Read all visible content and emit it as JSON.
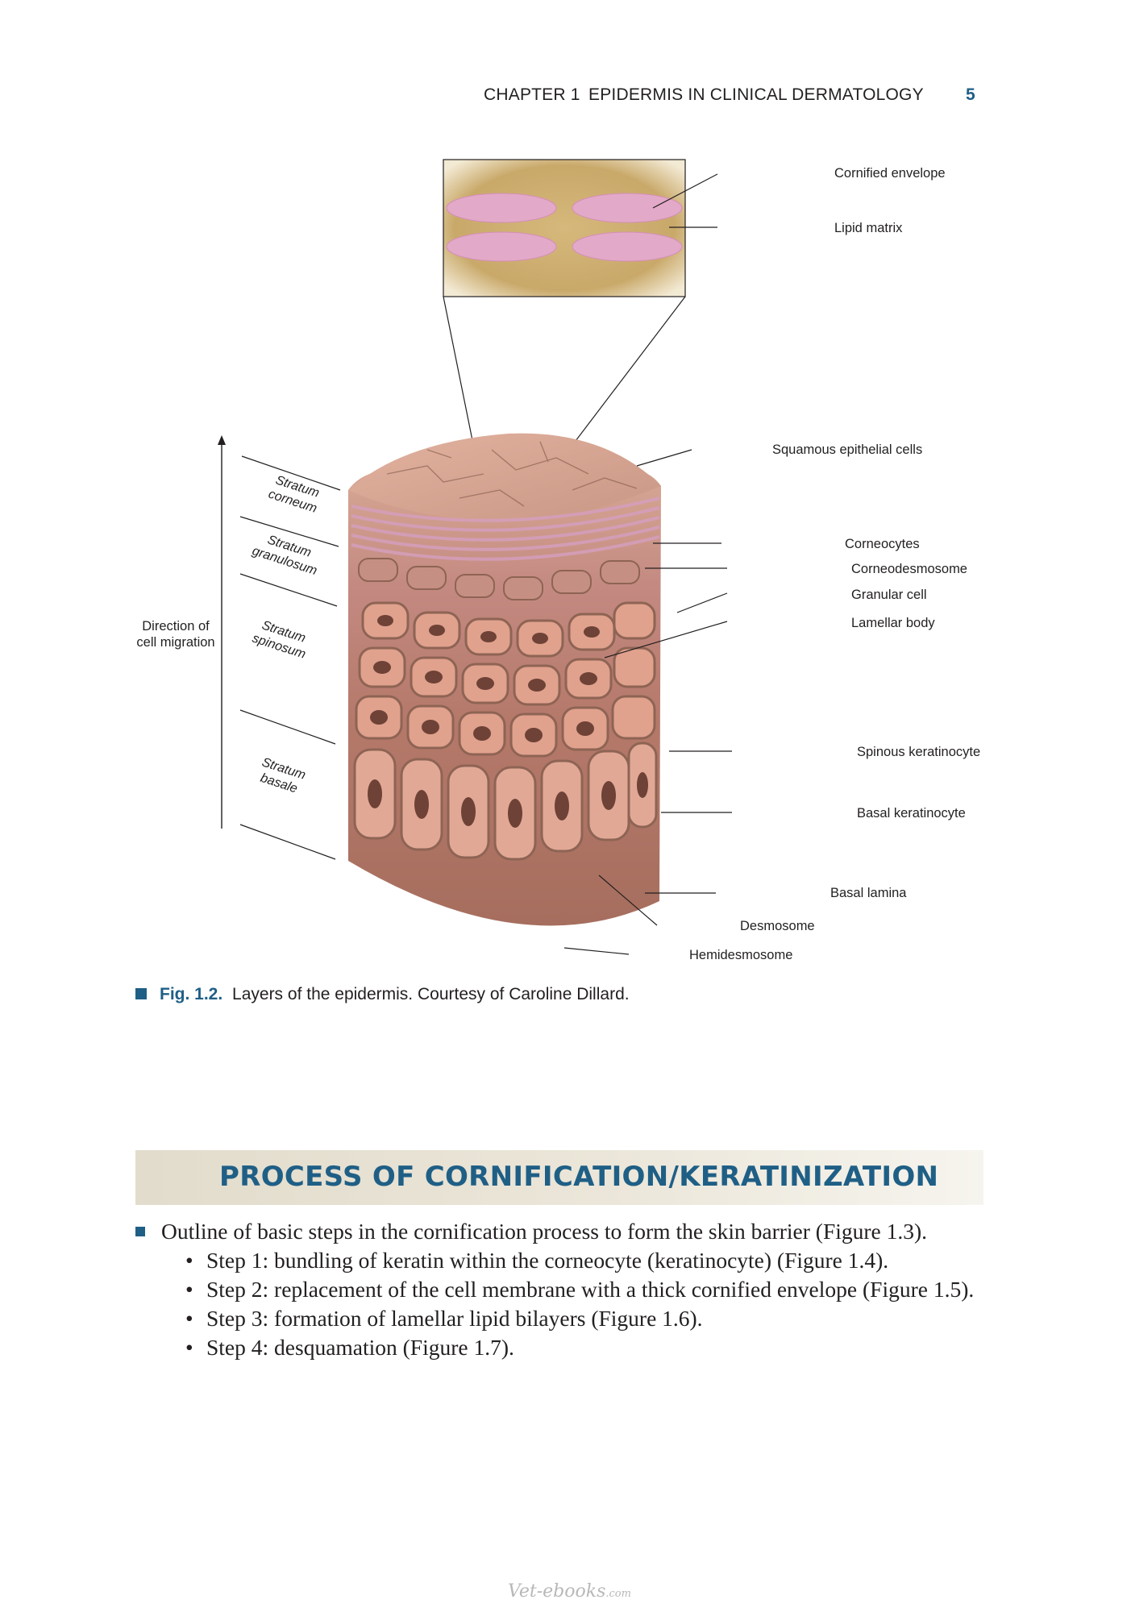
{
  "header": {
    "chapter": "CHAPTER 1",
    "title": "EPIDERMIS IN CLINICAL DERMATOLOGY",
    "page_number": "5"
  },
  "figure": {
    "labels": {
      "cornified_envelope": "Cornified envelope",
      "lipid_matrix": "Lipid matrix",
      "squamous": "Squamous epithelial cells",
      "corneocytes": "Corneocytes",
      "corneodesmosome": "Corneodesmosome",
      "granular_cell": "Granular cell",
      "lamellar_body": "Lamellar body",
      "spinous": "Spinous keratinocyte",
      "basal_keratinocyte": "Basal keratinocyte",
      "basal_lamina": "Basal lamina",
      "desmosome": "Desmosome",
      "hemidesmosome": "Hemidesmosome",
      "direction_1": "Direction of",
      "direction_2": "cell migration"
    },
    "layers": {
      "corneum_1": "Stratum",
      "corneum_2": "corneum",
      "granulosum_1": "Stratum",
      "granulosum_2": "granulosum",
      "spinosum_1": "Stratum",
      "spinosum_2": "spinosum",
      "basale_1": "Stratum",
      "basale_2": "basale"
    },
    "colors": {
      "accent": "#1f5f86",
      "skin_top": "#d9a894",
      "cell_fill": "#dfa08c",
      "cell_border": "#8e6454",
      "lipid": "#c9a96a",
      "corneocyte": "#e3a9c8"
    }
  },
  "caption": {
    "label": "Fig. 1.2.",
    "text": "Layers of the epidermis. Courtesy of Caroline Dillard."
  },
  "section": {
    "heading": "PROCESS OF CORNIFICATION/KERATINIZATION"
  },
  "body": {
    "lead": "Outline of basic steps in the cornification process to form the skin barrier (Figure 1.3).",
    "steps": [
      "Step 1: bundling of keratin within the corneocyte (keratinocyte) (Figure 1.4).",
      "Step 2: replacement of the cell membrane with a thick cornified envelope (Figure 1.5).",
      "Step 3: formation of lamellar lipid bilayers (Figure 1.6).",
      "Step 4: desquamation (Figure 1.7)."
    ]
  },
  "watermark": {
    "brand": "Vet-ebooks",
    "domain": ".com"
  }
}
